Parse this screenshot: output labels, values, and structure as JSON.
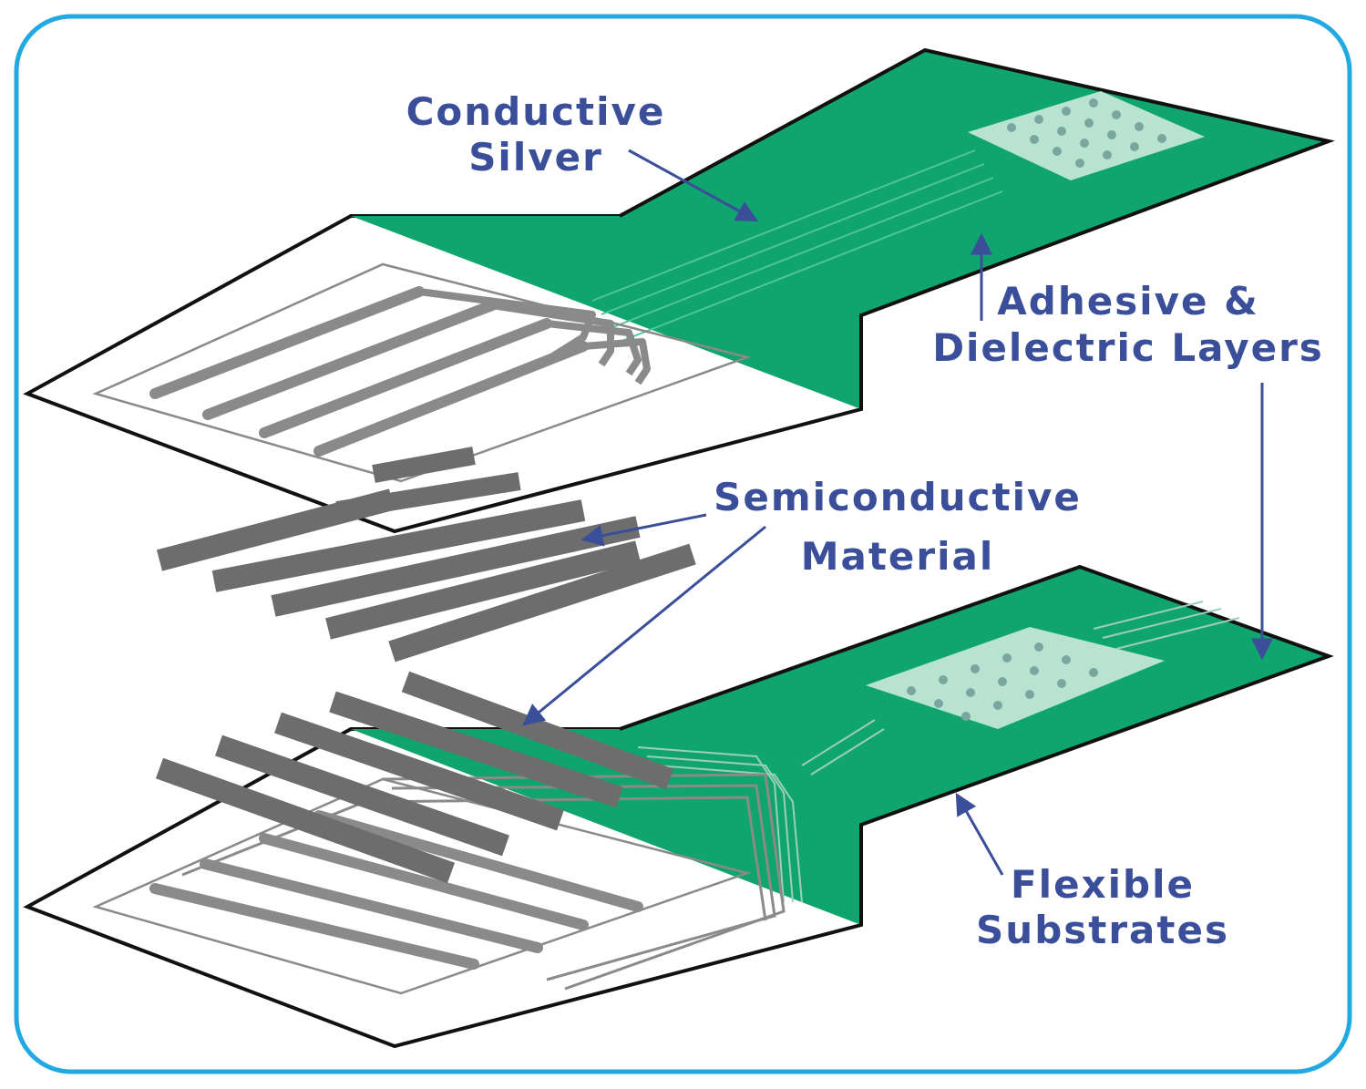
{
  "labels": {
    "conductive_silver": [
      "Conductive",
      "Silver"
    ],
    "adhesive_dielectric": [
      "Adhesive &",
      "Dielectric Layers"
    ],
    "semiconductive_material": [
      "Semiconductive",
      "Material"
    ],
    "flexible_substrates": [
      "Flexible",
      "Substrates"
    ]
  },
  "colors": {
    "border": "#23a9e1",
    "layer_green": "#10a56e",
    "silver_trace": "#8a8a8a",
    "semiconductor": "#6d6d6d",
    "label_blue": "#3a4e9a",
    "outline": "#111111",
    "pad_area": "#b8e3d1",
    "pad_dot": "#7aa6a0"
  }
}
